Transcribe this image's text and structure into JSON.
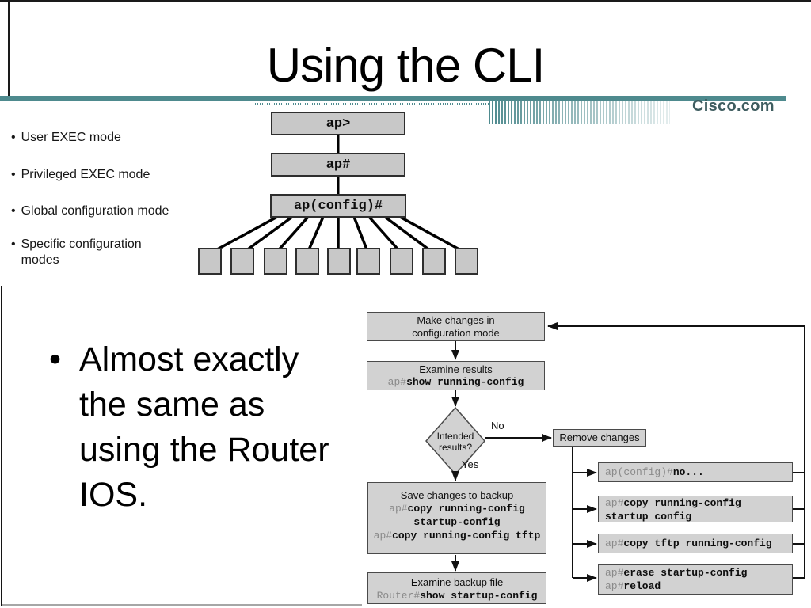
{
  "ui": {
    "bullet_char": "•"
  },
  "colors": {
    "accent_teal": "#4e8a8e",
    "brand_text": "#3f5d60",
    "tree_node_fill": "#c8c8c8",
    "flow_box_fill": "#d2d2d2"
  },
  "header": {
    "title": "Using the CLI",
    "brand": "Cisco.com"
  },
  "mode_list": {
    "items": [
      "User EXEC mode",
      "Privileged EXEC mode",
      "Global configuration mode",
      "Specific configuration modes"
    ]
  },
  "mode_tree": {
    "nodes": [
      "ap>",
      "ap#",
      "ap(config)#"
    ],
    "leaf_count": 9
  },
  "body_bullet": {
    "lines": [
      "Almost exactly",
      "the same as",
      "using the Router",
      "IOS."
    ]
  },
  "flowchart": {
    "make_changes": {
      "line1": "Make changes in",
      "line2": "configuration mode"
    },
    "examine_results": {
      "label": "Examine results",
      "prompt": "ap#",
      "command": "show running-config"
    },
    "decision": {
      "line1": "Intended",
      "line2": "results?"
    },
    "no_label": "No",
    "yes_label": "Yes",
    "remove_changes": "Remove changes",
    "save_backup": {
      "label": "Save changes to backup",
      "cmd1_prompt": "ap#",
      "cmd1": "copy running-config",
      "cmd2": "startup-config",
      "cmd3_prompt": "ap#",
      "cmd3": "copy running-config tftp"
    },
    "examine_backup": {
      "label": "Examine backup file",
      "prompt": "Router#",
      "command": "show startup-config"
    },
    "remove_options": [
      {
        "prompt": "ap(config)#",
        "command": "no..."
      },
      {
        "prompt": "ap#",
        "command": "copy running-config",
        "line2": "startup config"
      },
      {
        "prompt": "ap#",
        "command": "copy tftp running-config"
      },
      {
        "prompt": "ap#",
        "command": "erase startup-config",
        "prompt2": "ap#",
        "command2": "reload"
      }
    ]
  }
}
